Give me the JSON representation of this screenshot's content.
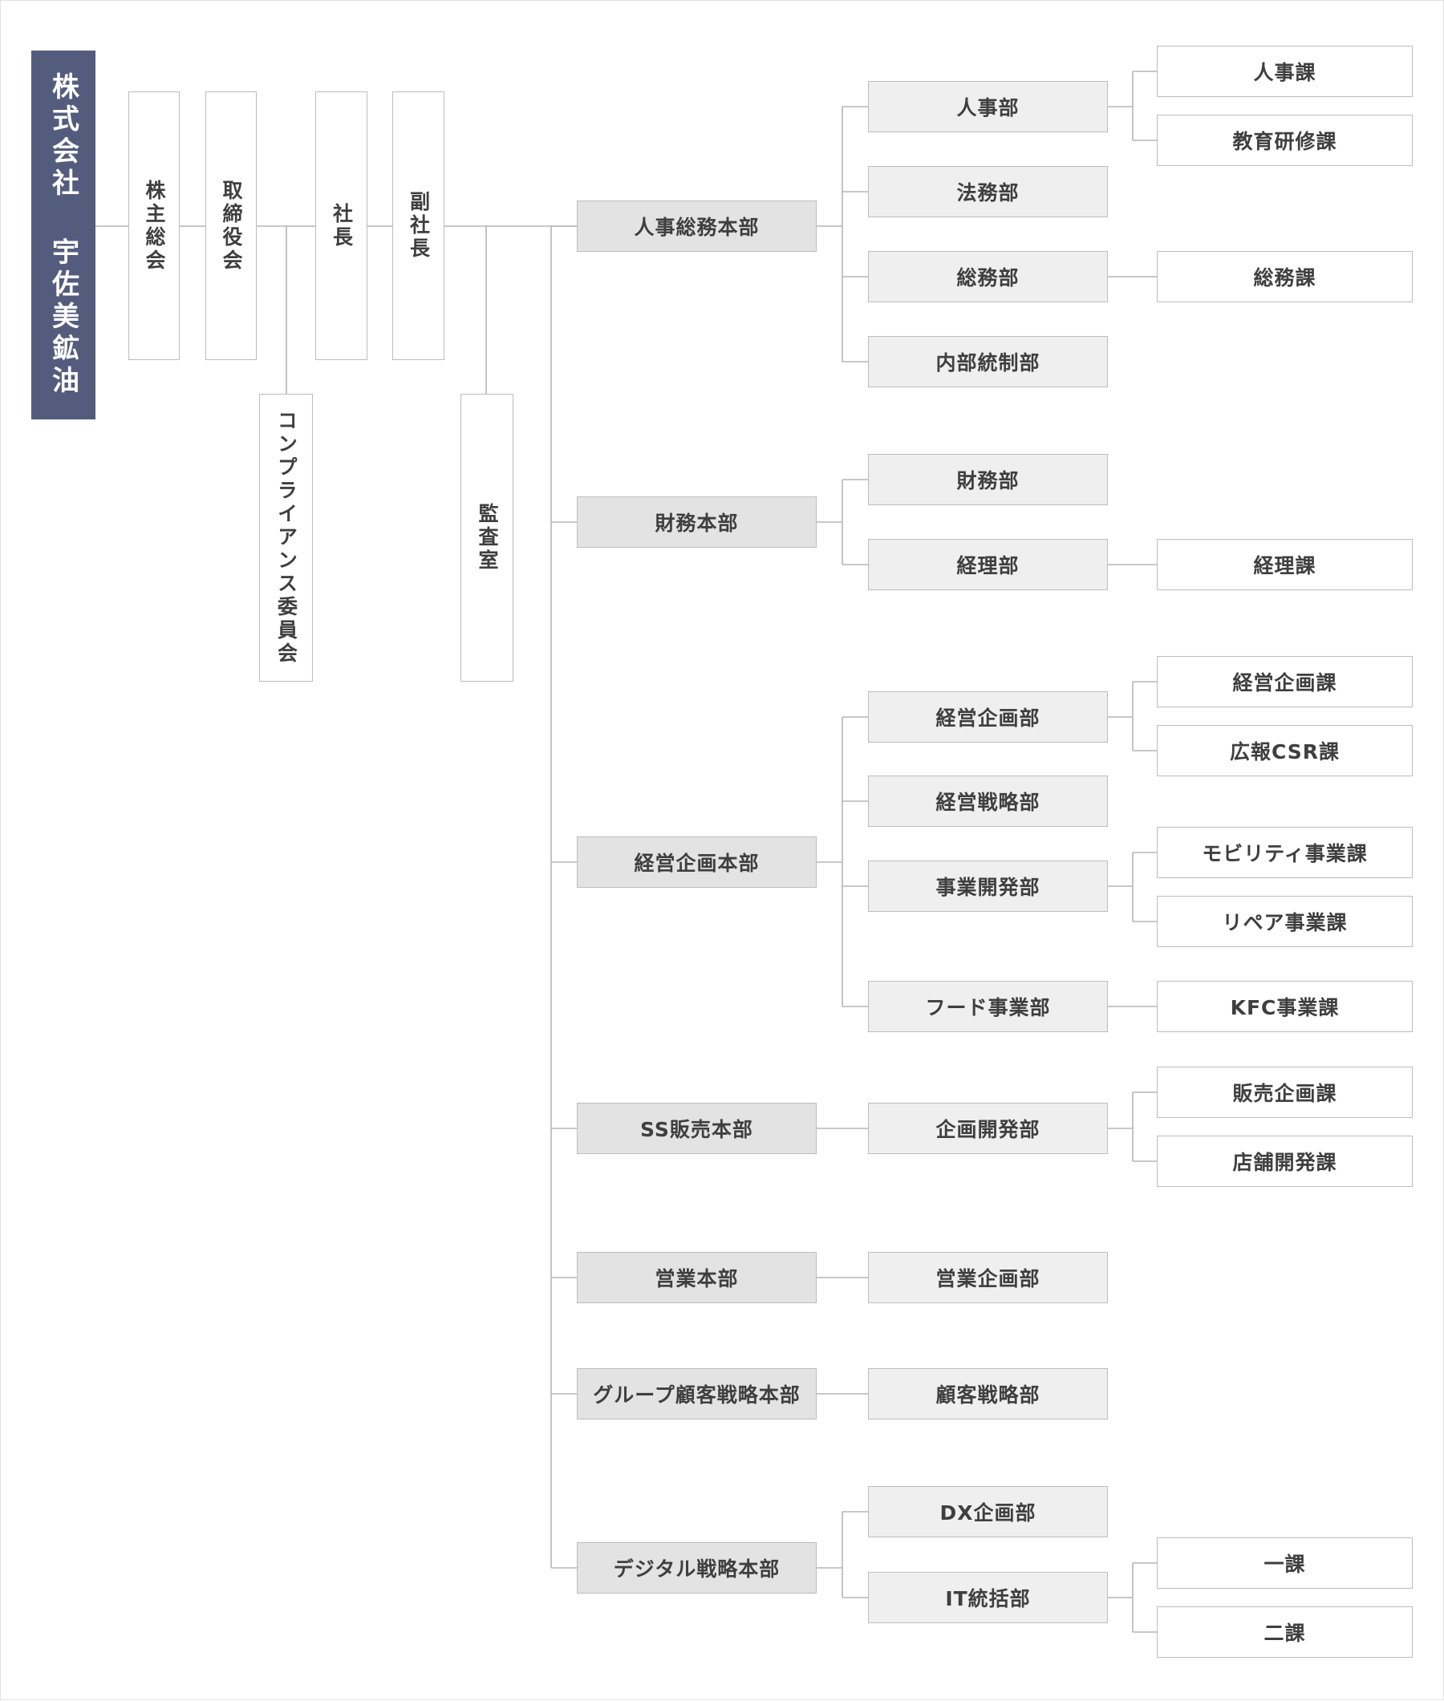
{
  "company": "株式会社 宇佐美鉱油",
  "governance": {
    "shareholders": "株主総会",
    "board": "取締役会",
    "compliance": "コンプライアンス委員会",
    "president": "社長",
    "vice_president": "副社長",
    "audit": "監査室"
  },
  "divisions": [
    {
      "name": "人事総務本部",
      "departments": [
        {
          "name": "人事部",
          "sections": [
            "人事課",
            "教育研修課"
          ]
        },
        {
          "name": "法務部",
          "sections": []
        },
        {
          "name": "総務部",
          "sections": [
            "総務課"
          ]
        },
        {
          "name": "内部統制部",
          "sections": []
        }
      ]
    },
    {
      "name": "財務本部",
      "departments": [
        {
          "name": "財務部",
          "sections": []
        },
        {
          "name": "経理部",
          "sections": [
            "経理課"
          ]
        }
      ]
    },
    {
      "name": "経営企画本部",
      "departments": [
        {
          "name": "経営企画部",
          "sections": [
            "経営企画課",
            "広報CSR課"
          ]
        },
        {
          "name": "経営戦略部",
          "sections": []
        },
        {
          "name": "事業開発部",
          "sections": [
            "モビリティ事業課",
            "リペア事業課"
          ]
        },
        {
          "name": "フード事業部",
          "sections": [
            "KFC事業課"
          ]
        }
      ]
    },
    {
      "name": "SS販売本部",
      "departments": [
        {
          "name": "企画開発部",
          "sections": [
            "販売企画課",
            "店舗開発課"
          ]
        }
      ]
    },
    {
      "name": "営業本部",
      "departments": [
        {
          "name": "営業企画部",
          "sections": []
        }
      ]
    },
    {
      "name": "グループ顧客戦略本部",
      "departments": [
        {
          "name": "顧客戦略部",
          "sections": []
        }
      ]
    },
    {
      "name": "デジタル戦略本部",
      "departments": [
        {
          "name": "DX企画部",
          "sections": []
        },
        {
          "name": "IT統括部",
          "sections": [
            "一課",
            "二課"
          ]
        }
      ]
    }
  ]
}
